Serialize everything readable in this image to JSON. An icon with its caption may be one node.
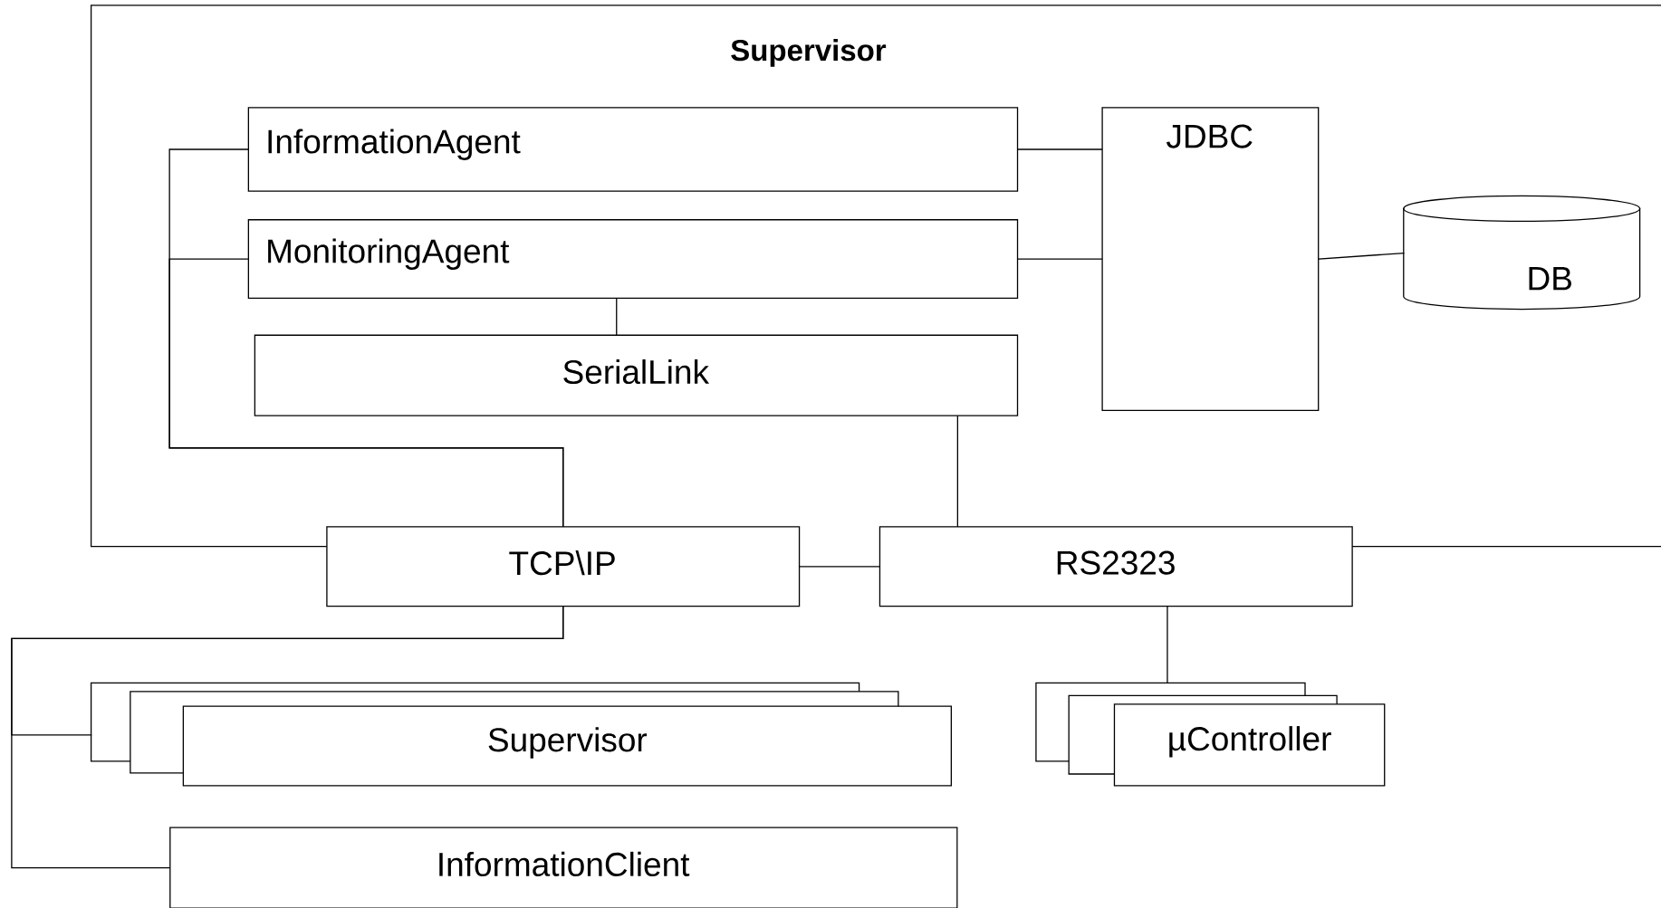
{
  "diagram": {
    "nodes": [
      {
        "text": [
          "Supervisor"
        ]
      },
      {
        "text": [
          "InformationAgent"
        ],
        "in": 0
      },
      {
        "text": [
          "MonitoringAgent"
        ],
        "in": 0
      },
      {
        "text": [
          "SerialLink"
        ],
        "in": 0
      },
      {
        "text": [
          "JDBC"
        ],
        "in": 0
      },
      {
        "text": [
          "DB"
        ],
        "in": 0
      },
      {
        "text": [
          "TCP\\IP"
        ]
      },
      {
        "text": [
          "RS2323"
        ]
      },
      {
        "text": [
          "Supervisor"
        ]
      },
      {
        "text": [
          "µController"
        ]
      },
      {
        "text": [
          "InformationClient"
        ]
      }
    ],
    "edges": [
      {
        "from": 1,
        "to": 4,
        "arrow": "none"
      },
      {
        "from": 2,
        "to": 4,
        "arrow": "none"
      },
      {
        "from": 4,
        "to": 5,
        "arrow": "none"
      },
      {
        "from": 2,
        "to": 3,
        "arrow": "none"
      },
      {
        "from": 3,
        "to": 7,
        "arrow": "none"
      },
      {
        "from": 6,
        "to": 7,
        "arrow": "none"
      },
      {
        "from": 6,
        "to": 1,
        "arrow": "none"
      },
      {
        "from": 6,
        "to": 2,
        "arrow": "none"
      },
      {
        "from": 6,
        "to": 8,
        "arrow": "none"
      },
      {
        "from": 6,
        "to": 10,
        "arrow": "none"
      },
      {
        "from": 7,
        "to": 9,
        "arrow": "none"
      }
    ]
  }
}
